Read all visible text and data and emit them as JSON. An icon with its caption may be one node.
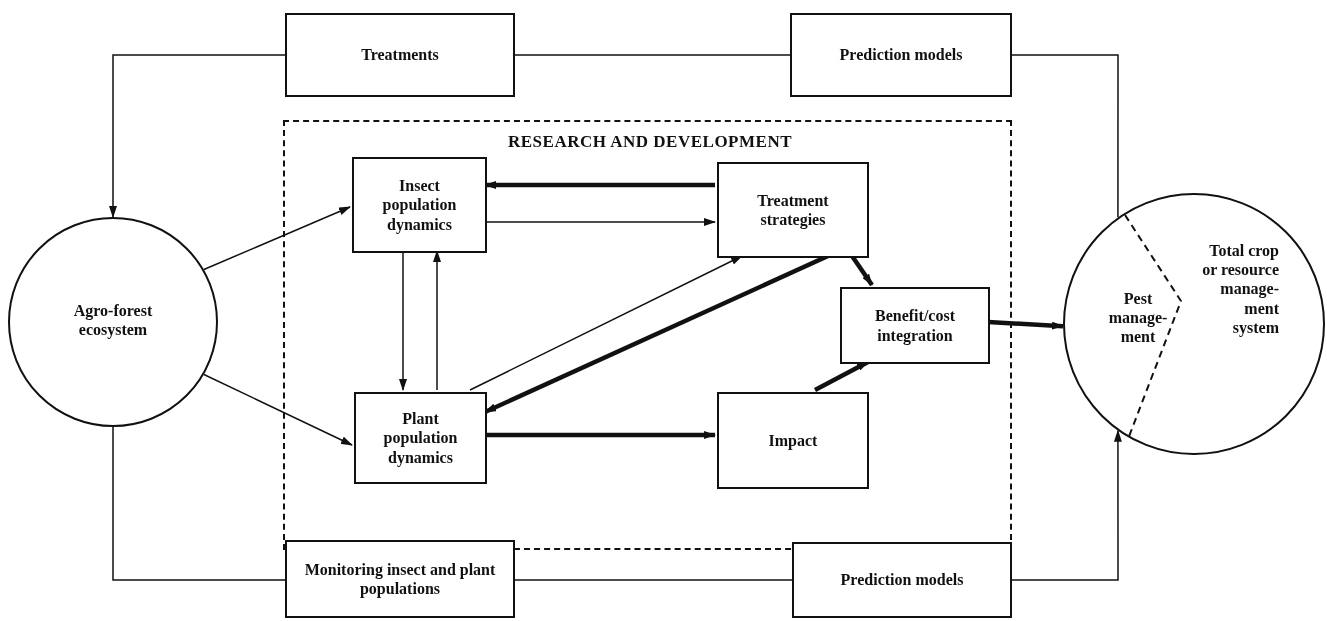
{
  "diagram": {
    "nodes": [
      {
        "text": [
          "Treatments"
        ]
      },
      {
        "text": [
          "Prediction models"
        ]
      },
      {
        "text": [
          "RESEARCH AND DEVELOPMENT"
        ]
      },
      {
        "text": [
          "Insect population dynamics"
        ],
        "in": 2
      },
      {
        "text": [
          "Treatment strategies"
        ],
        "in": 2
      },
      {
        "text": [
          "Benefit/cost integration"
        ],
        "in": 2
      },
      {
        "text": [
          "Plant population dynamics"
        ],
        "in": 2
      },
      {
        "text": [
          "Impact"
        ],
        "in": 2
      },
      {
        "text": [
          "Agro-forest ecosystem"
        ]
      },
      {
        "text": [
          "Monitoring insect and plant populations"
        ]
      },
      {
        "text": [
          "Prediction models"
        ]
      },
      {
        "text": [
          "Pest manage- ment",
          "Total crop or resource manage- ment system"
        ]
      }
    ],
    "edges": [
      {
        "from": 11,
        "to": 1,
        "arrow": "none"
      },
      {
        "from": 1,
        "to": 0,
        "arrow": "none"
      },
      {
        "from": 0,
        "to": 8,
        "arrow": "to"
      },
      {
        "from": 8,
        "to": 3,
        "arrow": "to"
      },
      {
        "from": 8,
        "to": 6,
        "arrow": "to"
      },
      {
        "from": 8,
        "to": 9,
        "arrow": "none"
      },
      {
        "from": 9,
        "to": 10,
        "arrow": "none"
      },
      {
        "from": 10,
        "to": 11,
        "arrow": "to"
      },
      {
        "from": 4,
        "to": 3,
        "arrow": "to",
        "style": "thick"
      },
      {
        "from": 3,
        "to": 4,
        "arrow": "to"
      },
      {
        "from": 3,
        "to": 6,
        "arrow": "to"
      },
      {
        "from": 6,
        "to": 3,
        "arrow": "to"
      },
      {
        "from": 6,
        "to": 4,
        "arrow": "to"
      },
      {
        "from": 4,
        "to": 6,
        "arrow": "to",
        "style": "thick"
      },
      {
        "from": 4,
        "to": 5,
        "arrow": "to",
        "style": "thick"
      },
      {
        "from": 6,
        "to": 7,
        "arrow": "to",
        "style": "thick"
      },
      {
        "from": 7,
        "to": 5,
        "arrow": "to",
        "style": "thick"
      },
      {
        "from": 5,
        "to": 11,
        "arrow": "to",
        "style": "thick"
      }
    ]
  }
}
